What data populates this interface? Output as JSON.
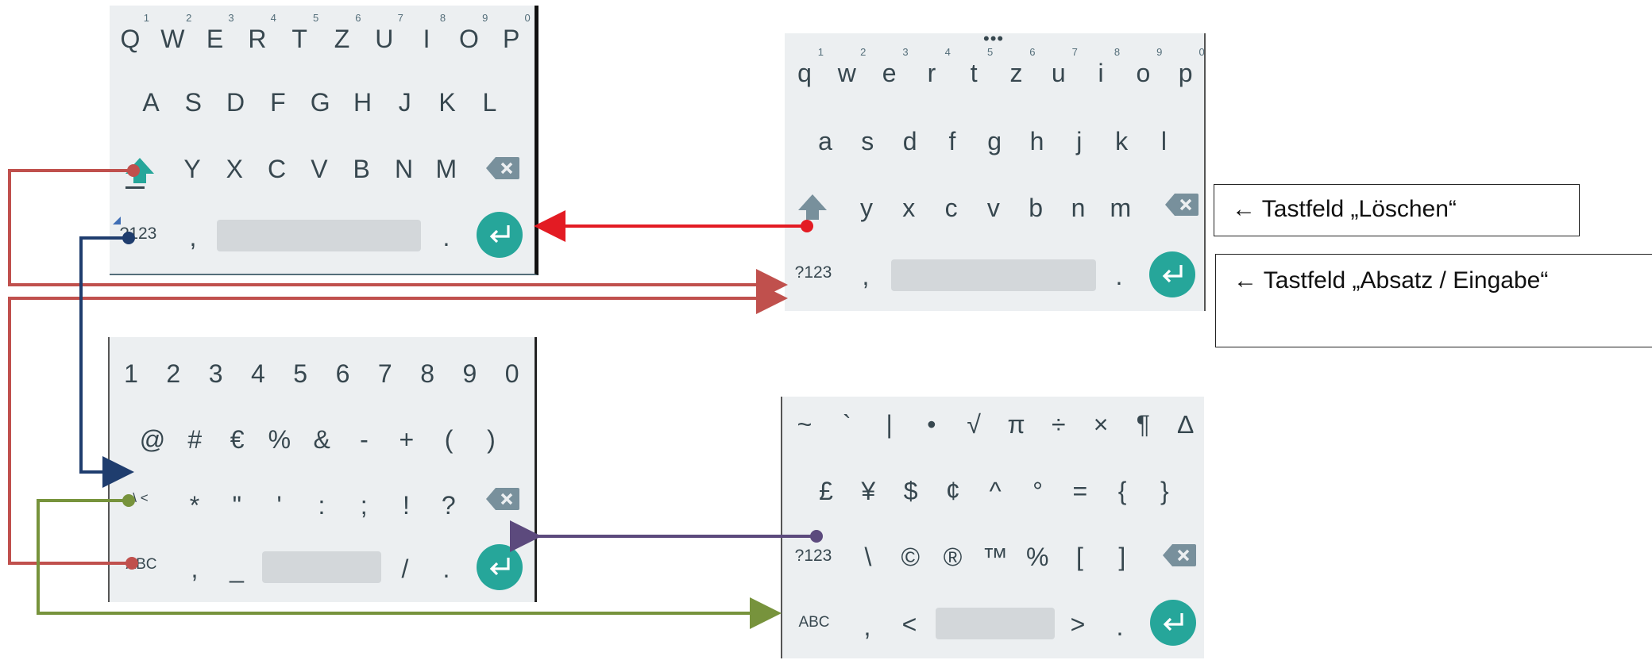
{
  "keyboard_qwertz_upper": {
    "rows": [
      [
        "Q",
        "W",
        "E",
        "R",
        "T",
        "Z",
        "U",
        "I",
        "O",
        "P"
      ],
      [
        "A",
        "S",
        "D",
        "F",
        "G",
        "H",
        "J",
        "K",
        "L"
      ],
      [
        "Y",
        "X",
        "C",
        "V",
        "B",
        "N",
        "M"
      ]
    ],
    "hints": [
      "1",
      "2",
      "3",
      "4",
      "5",
      "6",
      "7",
      "8",
      "9",
      "0"
    ],
    "mode_key": "?123",
    "comma": ",",
    "period": "."
  },
  "keyboard_qwertz_lower": {
    "more": "•••",
    "rows": [
      [
        "q",
        "w",
        "e",
        "r",
        "t",
        "z",
        "u",
        "i",
        "o",
        "p"
      ],
      [
        "a",
        "s",
        "d",
        "f",
        "g",
        "h",
        "j",
        "k",
        "l"
      ],
      [
        "y",
        "x",
        "c",
        "v",
        "b",
        "n",
        "m"
      ]
    ],
    "hints": [
      "1",
      "2",
      "3",
      "4",
      "5",
      "6",
      "7",
      "8",
      "9",
      "0"
    ],
    "mode_key": "?123",
    "comma": ",",
    "period": "."
  },
  "keyboard_numbers": {
    "rows": [
      [
        "1",
        "2",
        "3",
        "4",
        "5",
        "6",
        "7",
        "8",
        "9",
        "0"
      ],
      [
        "@",
        "#",
        "€",
        "%",
        "&",
        "-",
        "+",
        "(",
        ")"
      ],
      [
        "*",
        "\"",
        "'",
        ":",
        ";",
        "!",
        "?"
      ]
    ],
    "more_symbols_key": "=\\ <",
    "abc_key": "ABC",
    "bottom": [
      ",",
      "_",
      "/",
      "."
    ]
  },
  "keyboard_symbols": {
    "rows": [
      [
        "~",
        "`",
        "|",
        "•",
        "√",
        "π",
        "÷",
        "×",
        "¶",
        "∆"
      ],
      [
        "£",
        "¥",
        "$",
        "¢",
        "^",
        "°",
        "=",
        "{",
        "}"
      ],
      [
        "\\",
        "©",
        "®",
        "™",
        "%",
        "[",
        "]"
      ]
    ],
    "mode_key": "?123",
    "abc_key": "ABC",
    "bottom": [
      ",",
      "<",
      ">",
      "."
    ]
  },
  "callouts": {
    "delete": "← Tastfeld „Löschen“",
    "enter": "← Tastfeld „Absatz / Eingabe“"
  },
  "colors": {
    "shift_to_upper": "#c0504d",
    "mode_link": "#1f3d6e",
    "enter_link": "#e31b23",
    "symbols_link": "#77933c",
    "symbols_mode_link": "#5c4a7d",
    "accent": "#26a69a"
  }
}
